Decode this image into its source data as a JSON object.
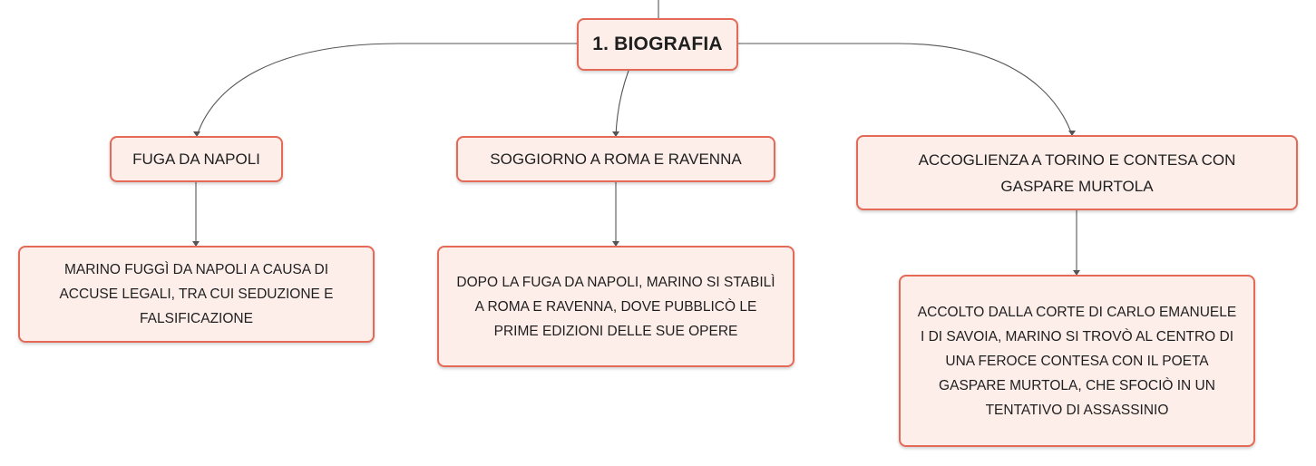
{
  "mind_map": {
    "root": {
      "label": "1. BIOGRAFIA"
    },
    "topics": [
      {
        "label": "FUGA DA NAPOLI",
        "detail": "MARINO FUGGÌ DA NAPOLI A CAUSA DI ACCUSE LEGALI, TRA CUI SEDUZIONE E FALSIFICAZIONE"
      },
      {
        "label": "SOGGIORNO A ROMA E RAVENNA",
        "detail": "DOPO LA FUGA DA NAPOLI, MARINO SI STABILÌ A ROMA E RAVENNA, DOVE PUBBLICÒ LE PRIME EDIZIONI DELLE SUE OPERE"
      },
      {
        "label": "ACCOGLIENZA A TORINO E CONTESA CON GASPARE MURTOLA",
        "detail": "ACCOLTO DALLA CORTE DI CARLO EMANUELE I DI SAVOIA, MARINO SI TROVÒ AL CENTRO DI UNA FEROCE CONTESA CON IL POETA GASPARE MURTOLA, CHE SFOCIÒ IN UN TENTATIVO DI ASSASSINIO"
      }
    ]
  },
  "colors": {
    "node_fill": "#fdeeea",
    "node_border": "#e46a57",
    "connector": "#555555",
    "text": "#1f1f1f"
  }
}
